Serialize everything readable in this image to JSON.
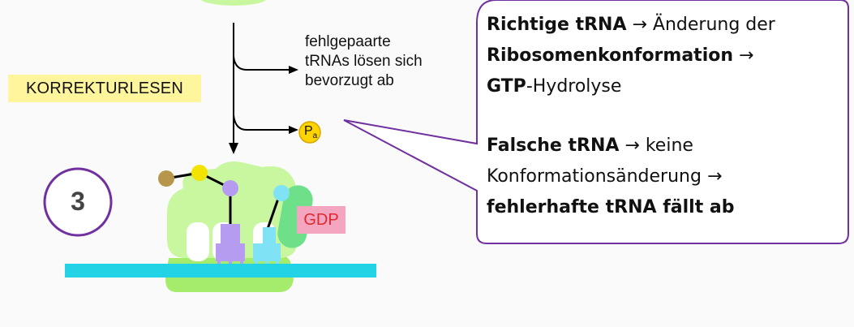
{
  "side_label": "KORREKTURLESEN",
  "step_number": "3",
  "branch_text": {
    "line1": "fehlgepaarte",
    "line2": "tRNAs lösen sich",
    "line3": "bevorzugt ab"
  },
  "phosphate": {
    "letter": "P",
    "subscript": "a"
  },
  "gdp_label": "GDP",
  "callout": {
    "correct": {
      "l1_bold": "Richtige tRNA",
      "l1_rest": "Änderung der",
      "l2_bold": "Ribosomenkonformation",
      "l3_bold": "GTP",
      "l3_rest": "-Hydrolyse"
    },
    "wrong": {
      "l1_bold": "Falsche tRNA",
      "l1_rest": "keine",
      "l2": "Konformationsänderung",
      "l3_bold": "fehlerhafte tRNA fällt ab"
    },
    "arrow": "→"
  },
  "colors": {
    "ribosome_light": "#c8f7a0",
    "ribosome_lower": "#a6ec6c",
    "mrna": "#22d3e6",
    "trna_purple": "#b59cf0",
    "trna_cyan": "#7fe3f5",
    "ef_tu_green": "#6ee08a",
    "gdp_pink": "#f4a6c0",
    "phosphate_yellow": "#ffd400",
    "outline_purple": "#7030a0",
    "highlight_yellow": "#fff59d"
  }
}
